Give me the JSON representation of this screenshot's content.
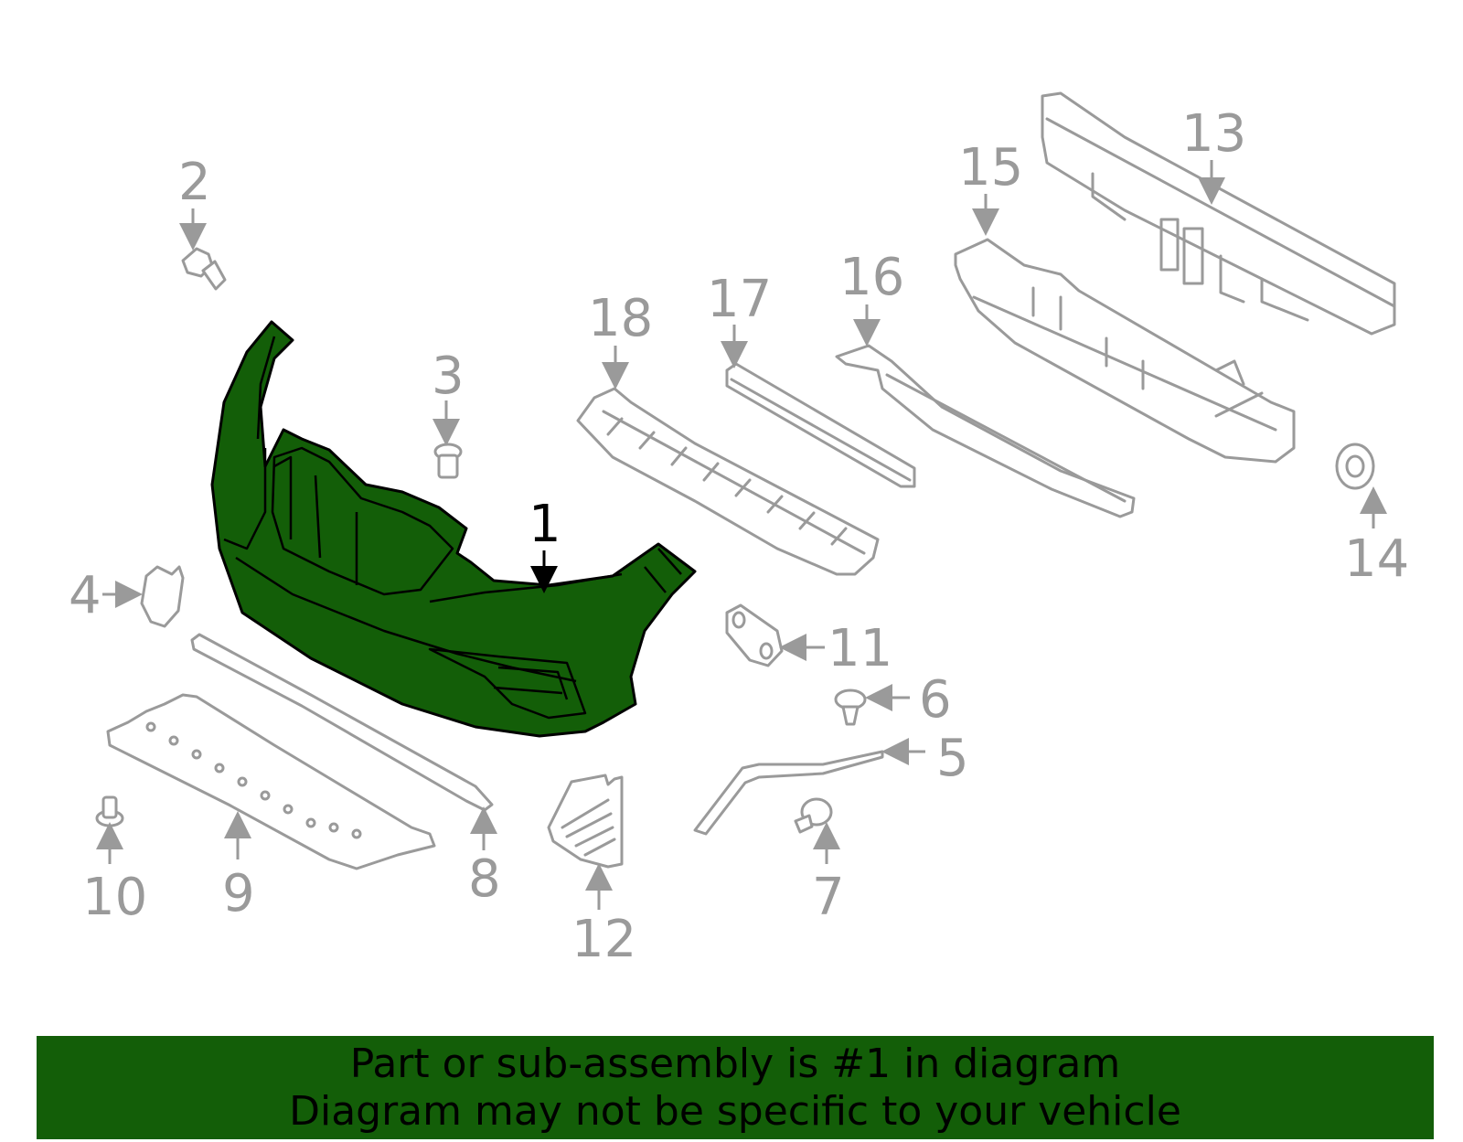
{
  "colors": {
    "highlight": "#135e08",
    "part_outline": "#9a9a9a",
    "callout_primary": "#000000",
    "background": "#ffffff"
  },
  "callouts": {
    "c1": "1",
    "c2": "2",
    "c3": "3",
    "c4": "4",
    "c5": "5",
    "c6": "6",
    "c7": "7",
    "c8": "8",
    "c9": "9",
    "c10": "10",
    "c11": "11",
    "c12": "12",
    "c13": "13",
    "c14": "14",
    "c15": "15",
    "c16": "16",
    "c17": "17",
    "c18": "18"
  },
  "banner": {
    "line1": "Part or sub-assembly is #1 in diagram",
    "line2": "Diagram may not be specific to your vehicle"
  }
}
